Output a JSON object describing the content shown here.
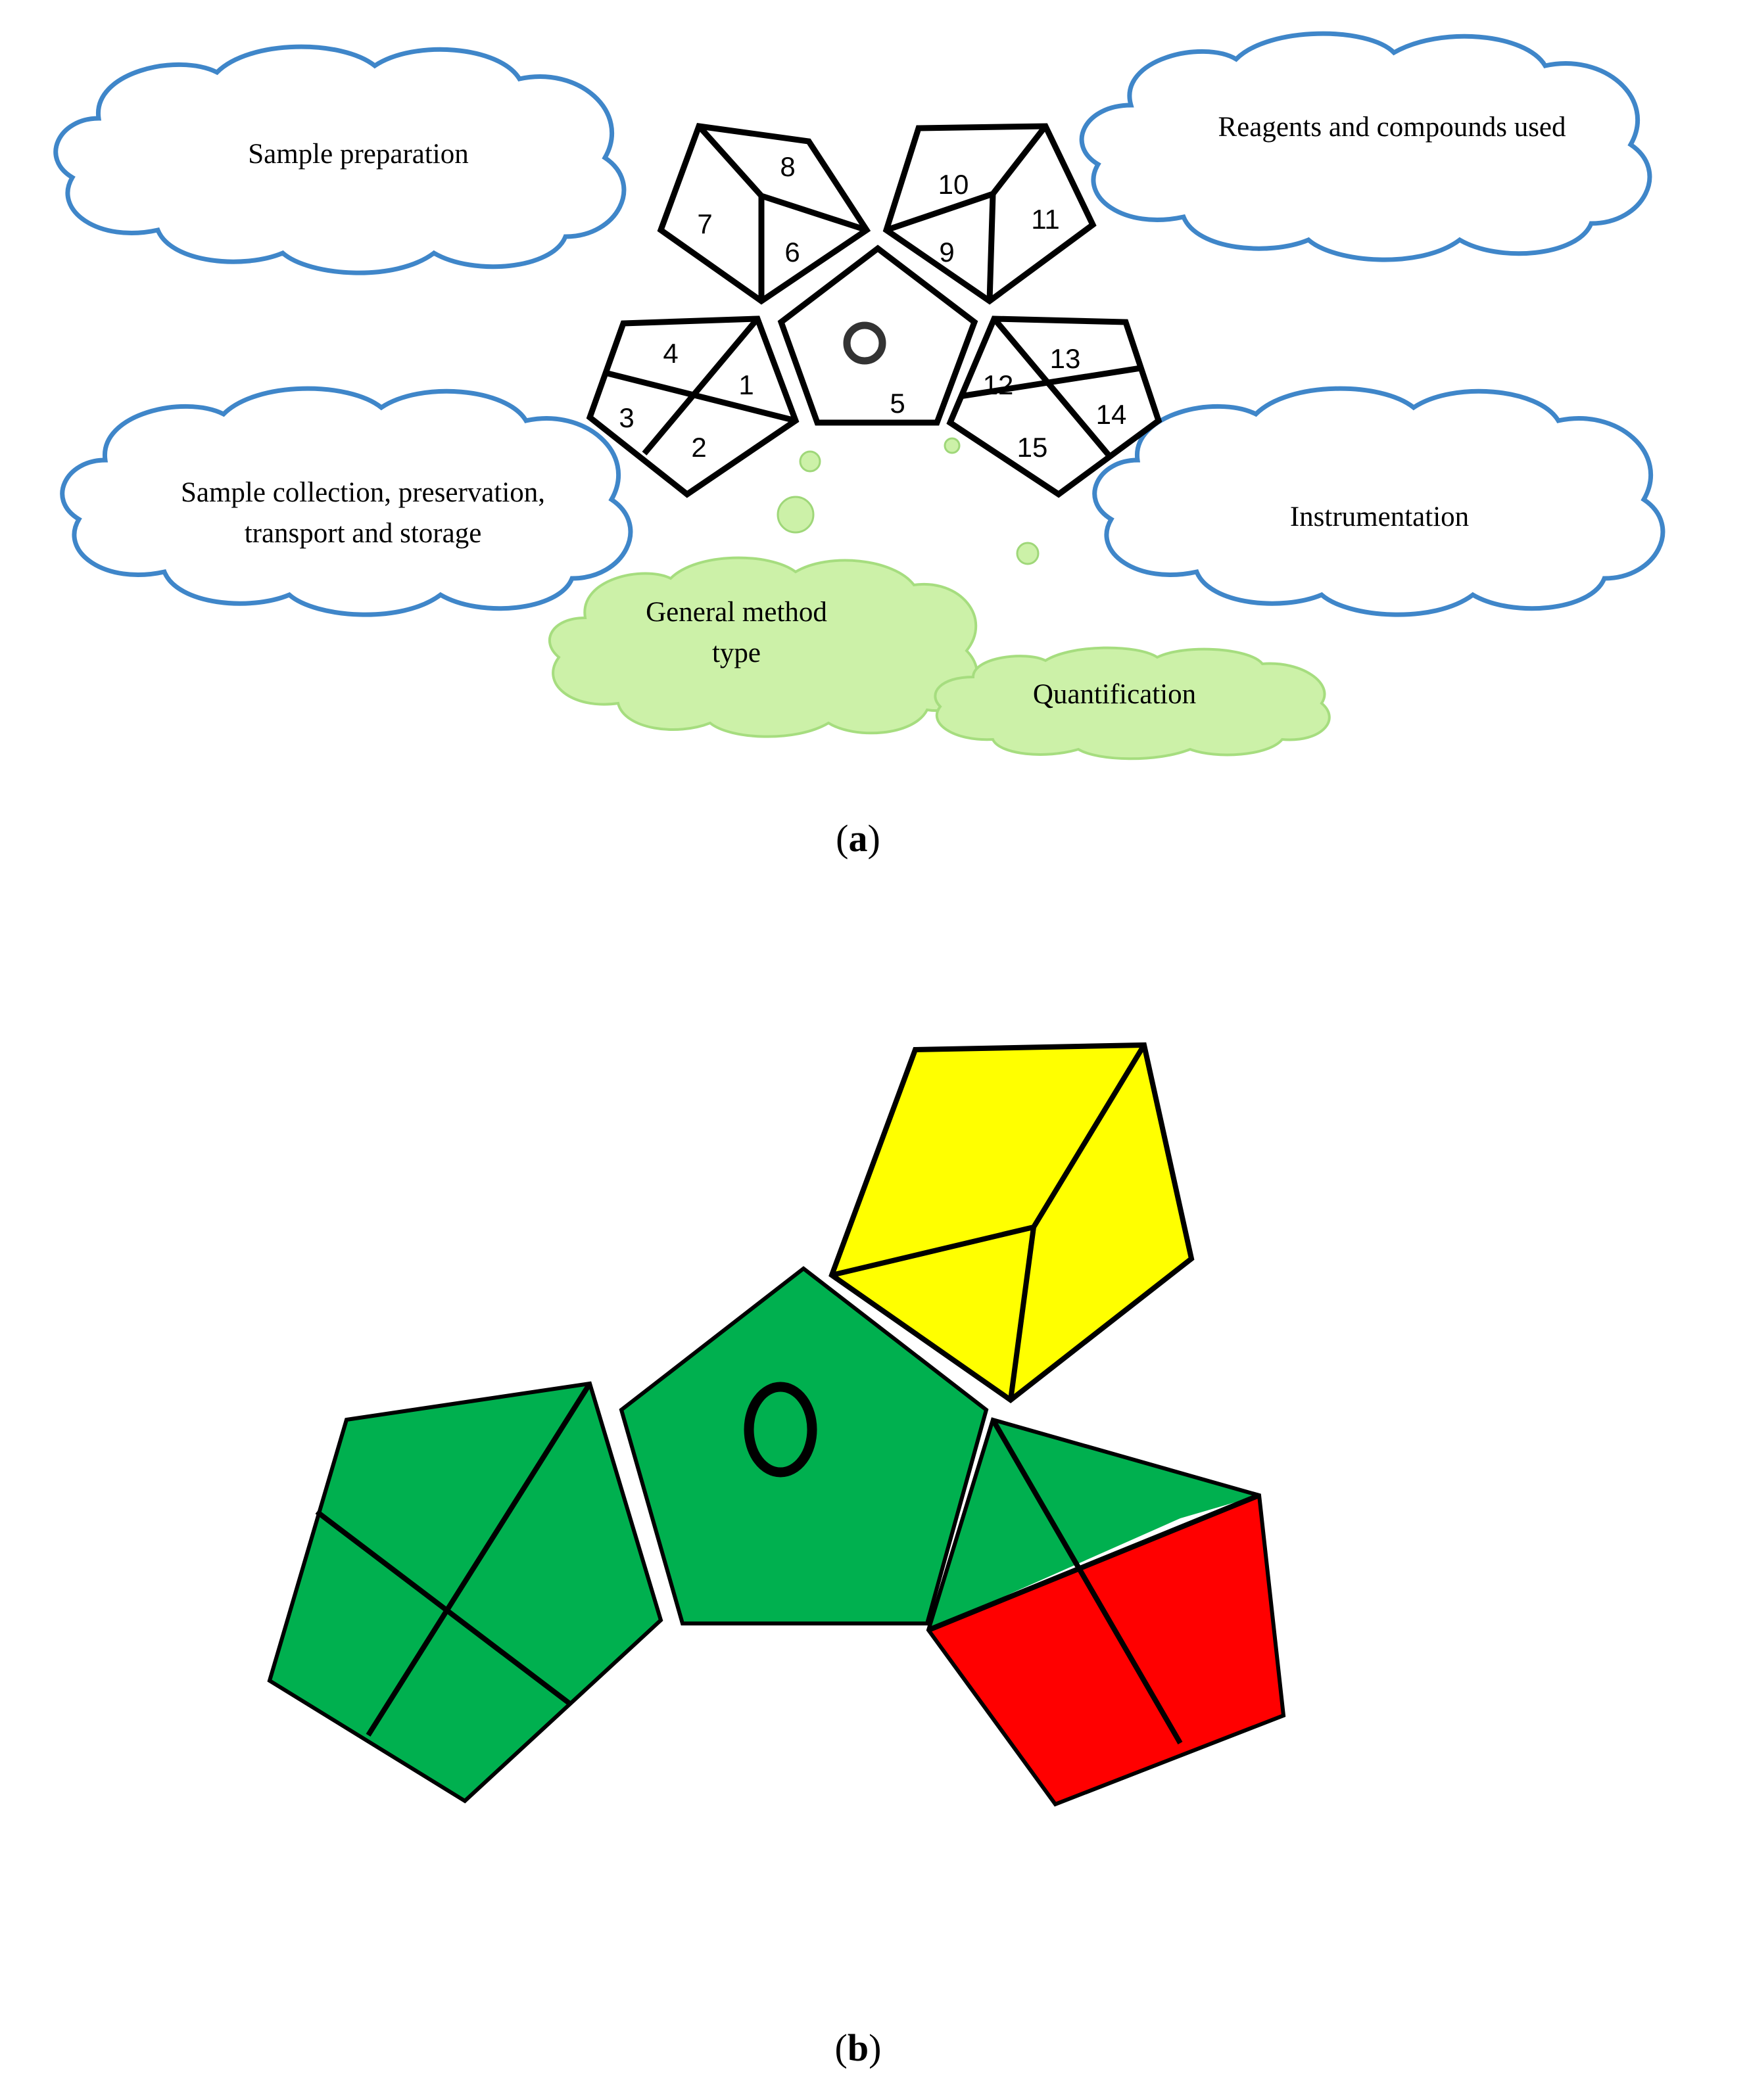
{
  "panel_a": {
    "label_open": "(",
    "label_letter": "a",
    "label_close": ")",
    "clouds": {
      "sample_preparation": "Sample preparation",
      "reagents": "Reagents and compounds used",
      "collection_line1": "Sample collection, preservation,",
      "collection_line2": "transport and storage",
      "instrumentation": "Instrumentation",
      "general_line1": "General method",
      "general_line2": "type",
      "quantification": "Quantification"
    },
    "segment_numbers": [
      "1",
      "2",
      "3",
      "4",
      "5",
      "6",
      "7",
      "8",
      "9",
      "10",
      "11",
      "12",
      "13",
      "14",
      "15"
    ],
    "colors": {
      "cloud_outline": "#3f86c9",
      "green_cloud": "#ccf1a8"
    }
  },
  "panel_b": {
    "label_open": "(",
    "label_letter": "b",
    "label_close": ")",
    "colors": {
      "green": "#00b04f",
      "yellow": "#ffff00",
      "red": "#ff0000"
    }
  }
}
